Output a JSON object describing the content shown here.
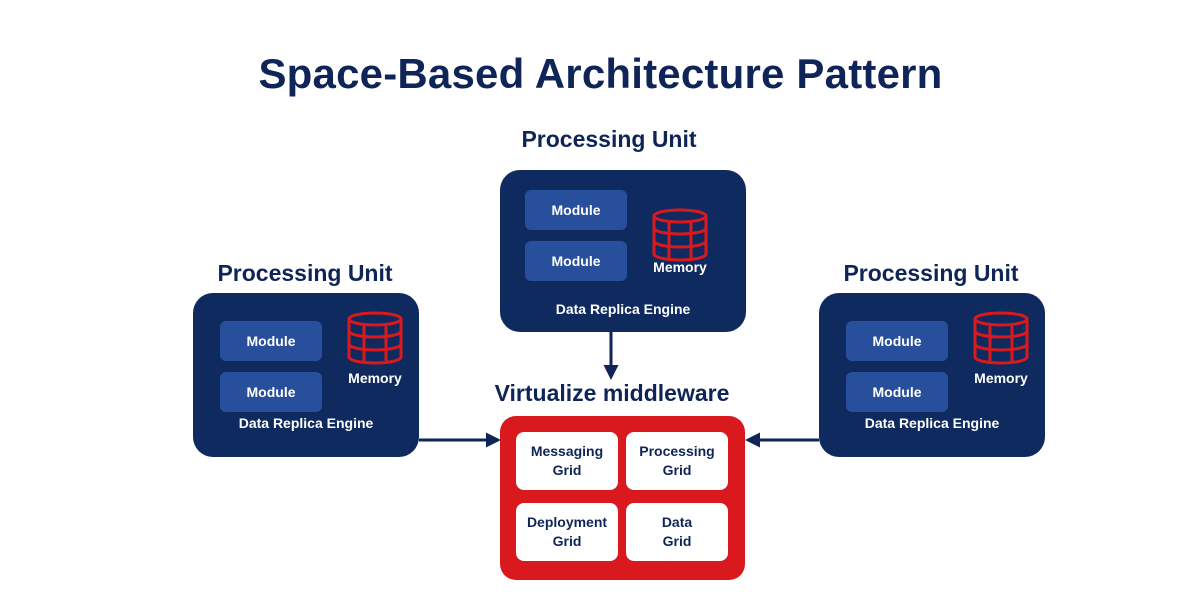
{
  "title": "Space-Based Architecture Pattern",
  "processing_units": [
    {
      "heading": "Processing Unit",
      "modules": [
        "Module",
        "Module"
      ],
      "memory_label": "Memory",
      "engine_label": "Data Replica Engine"
    },
    {
      "heading": "Processing Unit",
      "modules": [
        "Module",
        "Module"
      ],
      "memory_label": "Memory",
      "engine_label": "Data Replica Engine"
    },
    {
      "heading": "Processing Unit",
      "modules": [
        "Module",
        "Module"
      ],
      "memory_label": "Memory",
      "engine_label": "Data Replica Engine"
    }
  ],
  "middleware": {
    "heading": "Virtualize middleware",
    "grids": [
      {
        "line1": "Messaging",
        "line2": "Grid"
      },
      {
        "line1": "Processing",
        "line2": "Grid"
      },
      {
        "line1": "Deployment",
        "line2": "Grid"
      },
      {
        "line1": "Data",
        "line2": "Grid"
      }
    ]
  },
  "icons": {
    "memory": "database-icon",
    "connector": "arrow-icon"
  },
  "colors": {
    "navy": "#0e2a5e",
    "module_blue": "#284f9b",
    "accent_red": "#d9191e",
    "text_navy": "#0f2557"
  }
}
